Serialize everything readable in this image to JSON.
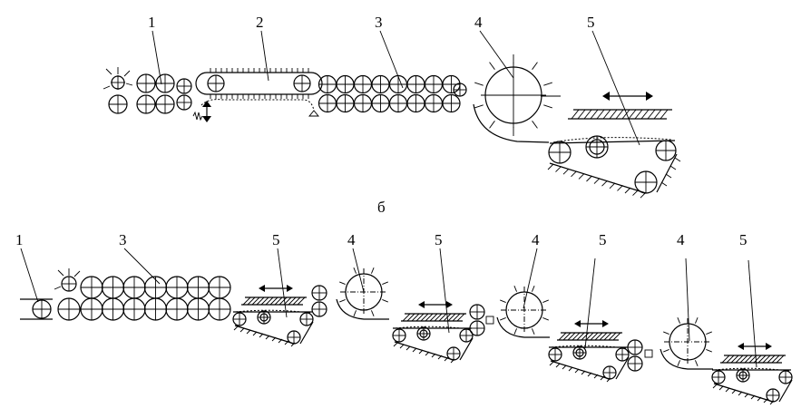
{
  "diagram": {
    "top": {
      "callouts": [
        "1",
        "2",
        "3",
        "4",
        "5"
      ]
    },
    "variant_label": "б",
    "bottom": {
      "callouts": [
        "1",
        "3",
        "5",
        "4",
        "5",
        "4",
        "5",
        "4",
        "5"
      ]
    }
  }
}
